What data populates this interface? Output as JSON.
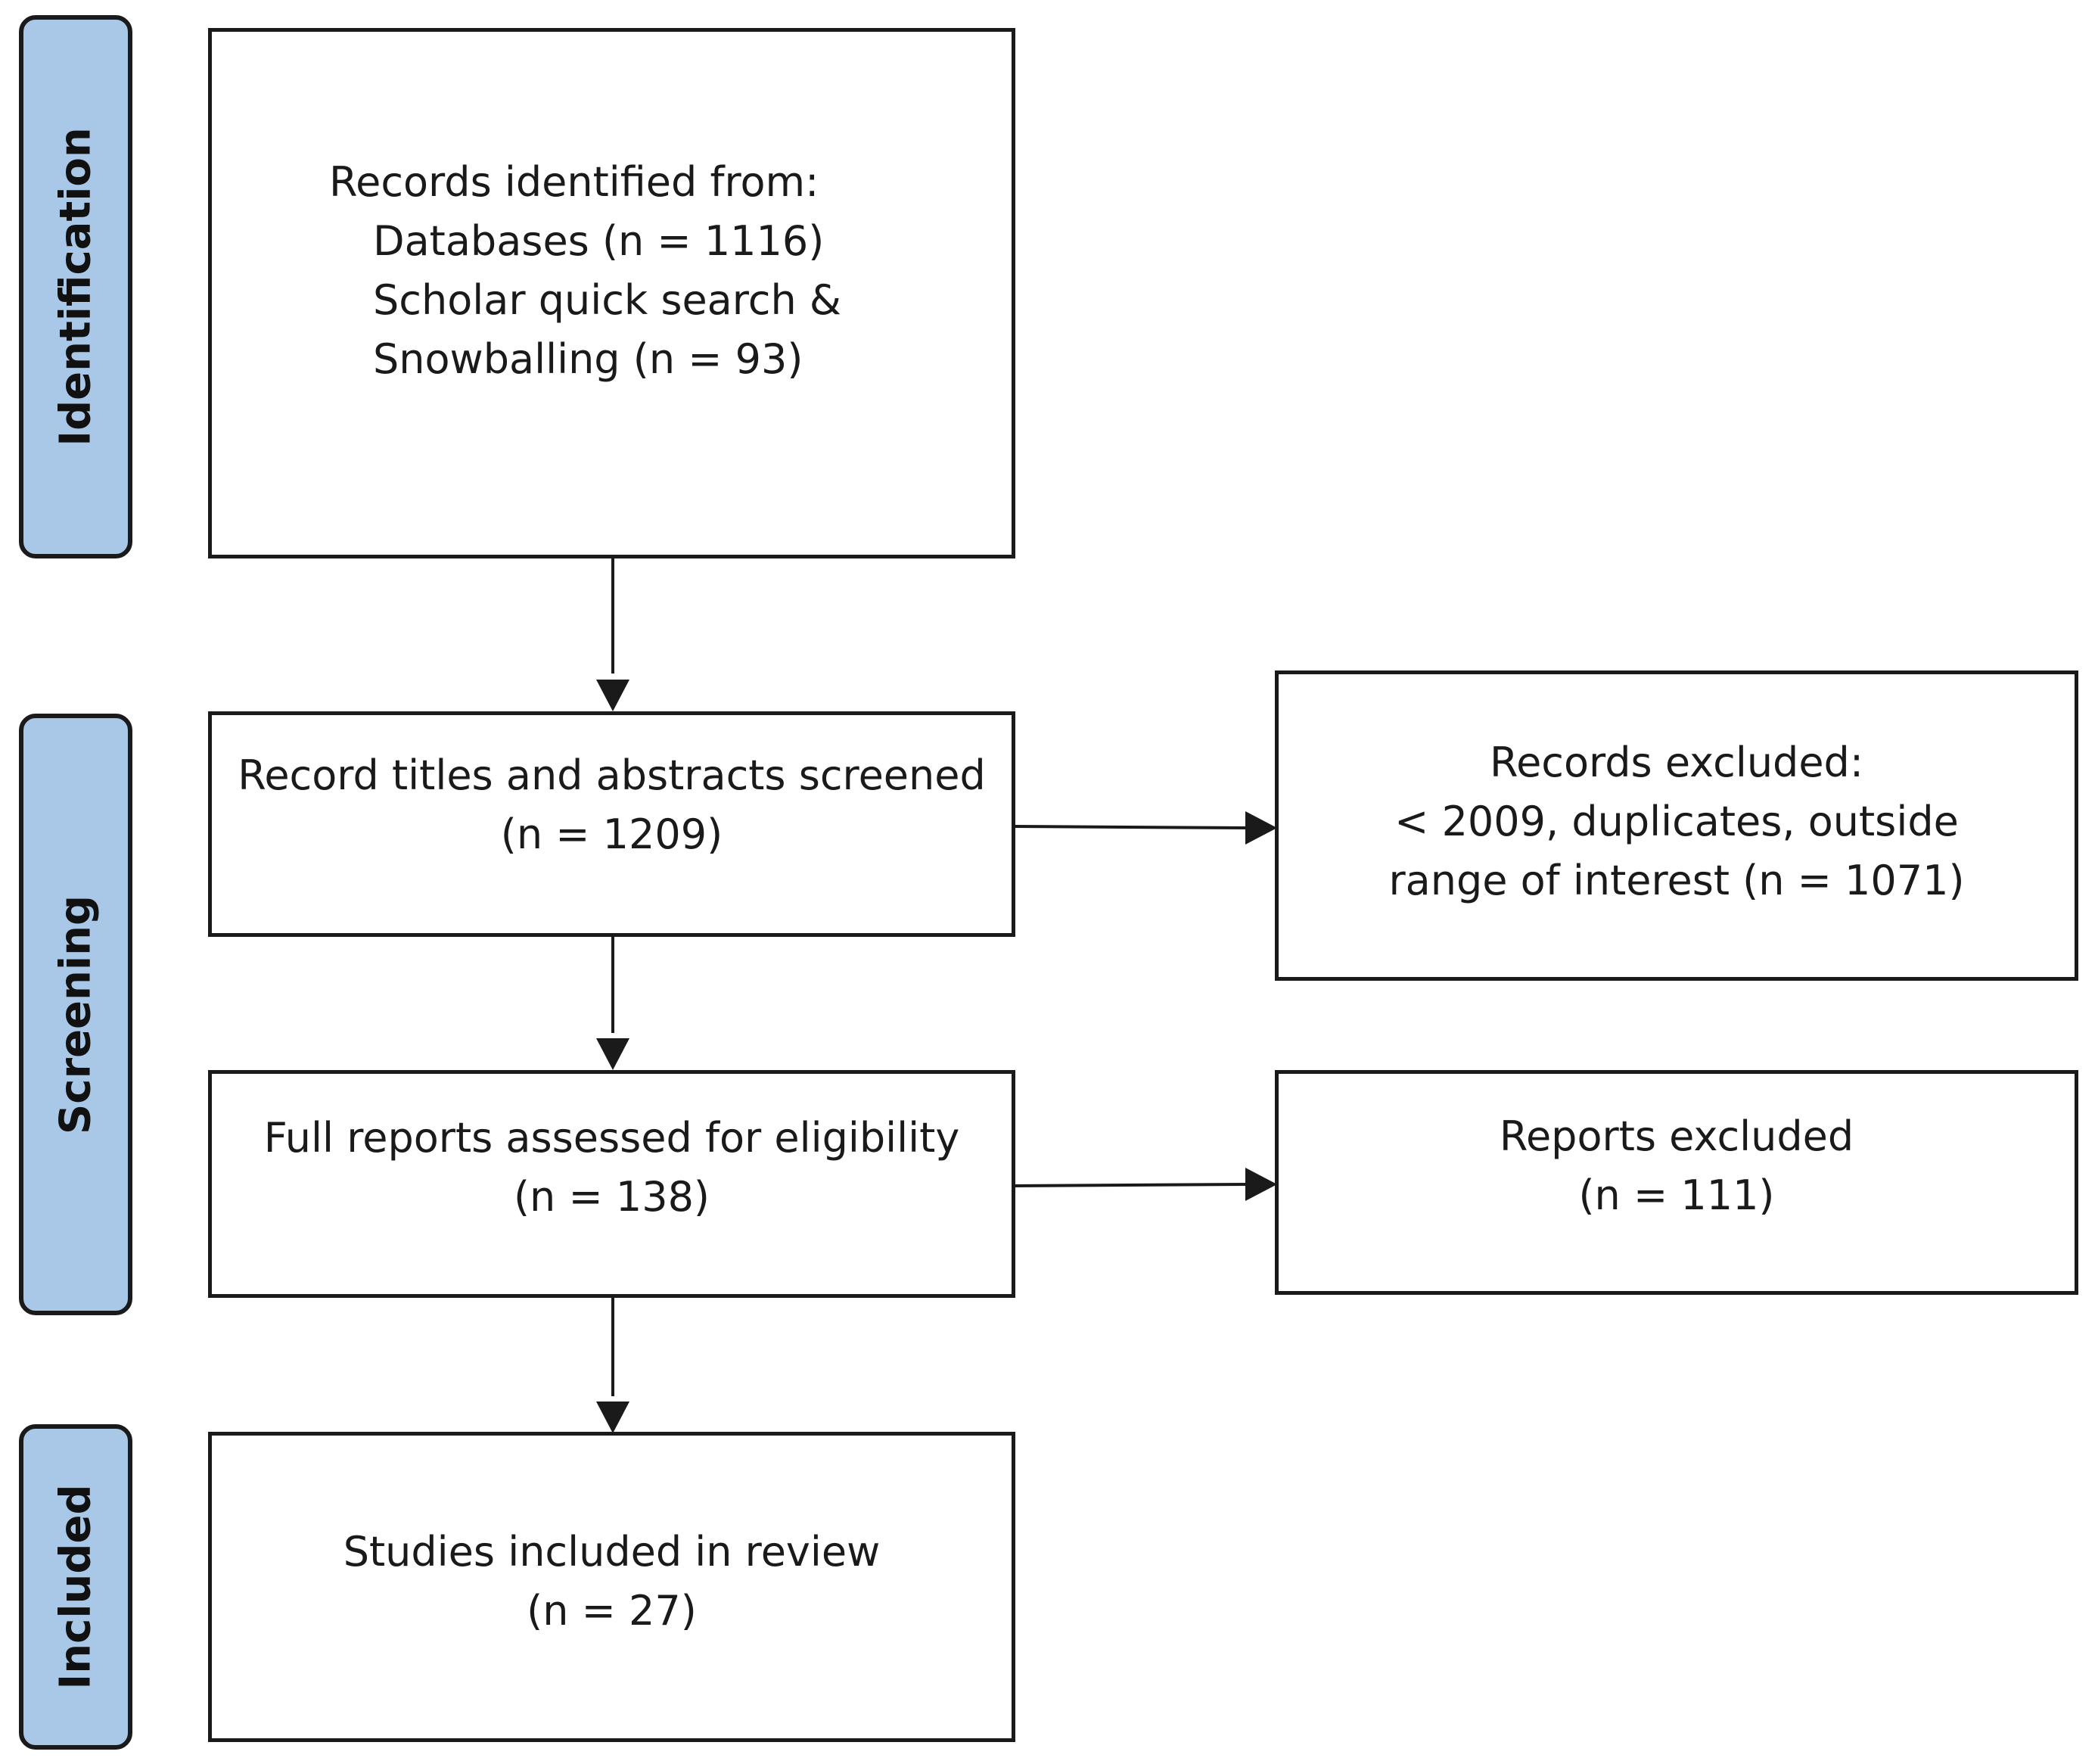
{
  "phases": {
    "identification": "Identification",
    "screening": "Screening",
    "included": "Included"
  },
  "boxes": {
    "identified": {
      "heading": "Records identified  from:",
      "line1": "Databases (n = 1116)",
      "line2": "Scholar quick search &",
      "line3": "Snowballing (n = 93)"
    },
    "screened": {
      "line1": "Record titles and abstracts screened",
      "line2": "(n = 1209)"
    },
    "records_excluded": {
      "line1": "Records excluded:",
      "line2": "< 2009, duplicates, outside",
      "line3": "range of interest (n = 1071)"
    },
    "full_reports": {
      "line1": "Full reports assessed for eligibility",
      "line2": "(n = 138)"
    },
    "reports_excluded": {
      "line1": "Reports excluded",
      "line2": "(n = 111)"
    },
    "included_studies": {
      "line1": "Studies included in review",
      "line2": "(n = 27)"
    }
  },
  "colors": {
    "phase_fill": "#a9c8e8",
    "stroke": "#1a1a1a"
  }
}
